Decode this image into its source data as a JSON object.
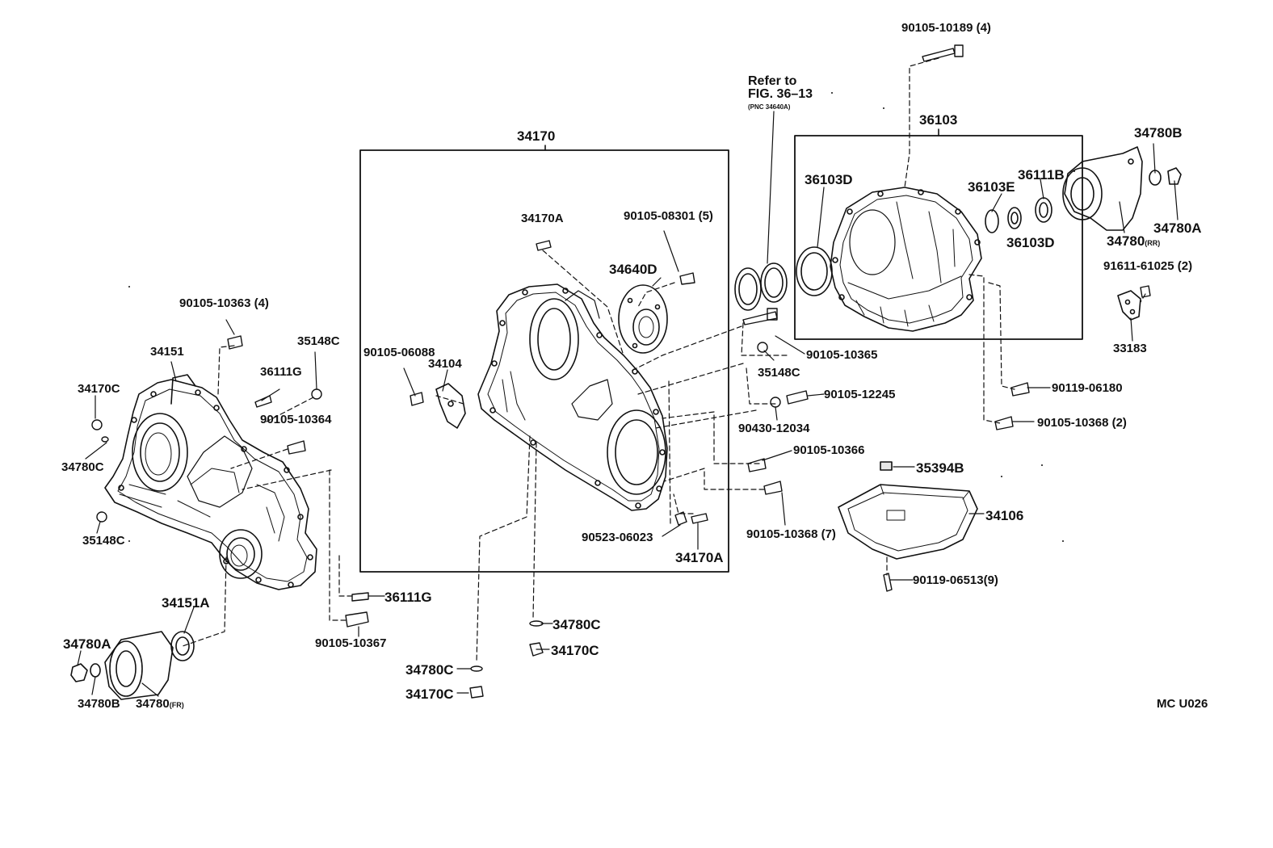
{
  "groups": {
    "center_box": "34170",
    "right_box": "36103"
  },
  "refer_note": {
    "line1": "Refer to",
    "line2": "FIG. 36–13",
    "line3": "(PNC 34640A)"
  },
  "figure_code": "MC U026",
  "labels": {
    "l01": "90105-10189 (4)",
    "l02": "34170A",
    "l03": "90105-08301 (5)",
    "l04": "34640D",
    "l05": "36103D",
    "l06": "36103E",
    "l07": "36111B",
    "l08": "36103D",
    "l09": "34780B",
    "l10": "34780A",
    "l11": "34780",
    "l11s": "(RR)",
    "l12": "91611-61025 (2)",
    "l13": "33183",
    "l14": "90105-10363 (4)",
    "l15": "34151",
    "l16": "35148C",
    "l17": "36111G",
    "l18": "34170C",
    "l19": "90105-10364",
    "l20": "34780C",
    "l21": "35148C",
    "l22": "90105-06088",
    "l23": "34104",
    "l24": "90105-10365",
    "l25": "35148C",
    "l26": "90105-12245",
    "l27": "90430-12034",
    "l28": "90119-06180",
    "l29": "90105-10368 (2)",
    "l30": "90105-10366",
    "l31": "35394B",
    "l32": "34106",
    "l33": "90105-10368 (7)",
    "l34": "90523-06023",
    "l35": "34170A",
    "l36": "90119-06513",
    "l36s": "(9)",
    "l37": "34151A",
    "l38": "36111G",
    "l39": "90105-10367",
    "l40": "34780A",
    "l41": "34780B",
    "l42": "34780",
    "l42s": "(FR)",
    "l43": "34780C",
    "l44": "34170C",
    "l45": "34780C",
    "l46": "34170C"
  }
}
